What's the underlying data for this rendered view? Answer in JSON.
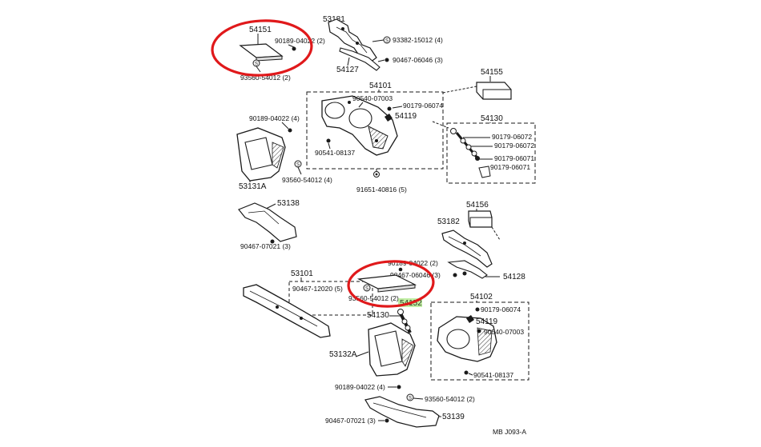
{
  "colors": {
    "ink": "#1a1a1a",
    "circle": "#e0191b",
    "highlight": "#8ee05a"
  },
  "diagram": {
    "ref": "MB  J093-A",
    "labels": {
      "p54151": "54151",
      "p90189a": "90189-04022 (2)",
      "p93560a": "93560-54012 (2)",
      "p53181": "53181",
      "p93382": "93382-15012 (4)",
      "p90467a": "90467-06046 (3)",
      "p54127": "54127",
      "p54155": "54155",
      "p54101": "54101",
      "p90540a": "90540-07003",
      "p90179a": "90179-06074",
      "p54119a": "54119",
      "p90541a": "90541-08137",
      "p91651": "91651-40816 (5)",
      "p90189b": "90189-04022 (4)",
      "p93560b": "93560-54012 (4)",
      "p53131a": "53131A",
      "p54130a": "54130",
      "p90179b": "90179-06072",
      "p90179c": "90179-06072",
      "p90179d": "90179-06071",
      "p90179e": "90179-06071",
      "p53138": "53138",
      "p90467b": "90467-07021 (3)",
      "p54156": "54156",
      "p53182": "53182",
      "p90189c": "90189-04022 (2)",
      "p90467c": "90467-06046 (3)",
      "p54128": "54128",
      "p53101": "53101",
      "p90467d": "90467-12020 (5)",
      "p93560c": "93560-54012 (2)",
      "p54152": "54152",
      "p54102": "54102",
      "p90179f": "90179-06074",
      "p54119b": "54119",
      "p90540b": "90540-07003",
      "p54130b": "54130",
      "p53132a": "53132A",
      "p90541b": "90541-08137",
      "p90189d": "90189-04022 (4)",
      "p93560d": "93560-54012 (2)",
      "p53139": "53139",
      "p90467e": "90467-07021 (3)"
    }
  }
}
